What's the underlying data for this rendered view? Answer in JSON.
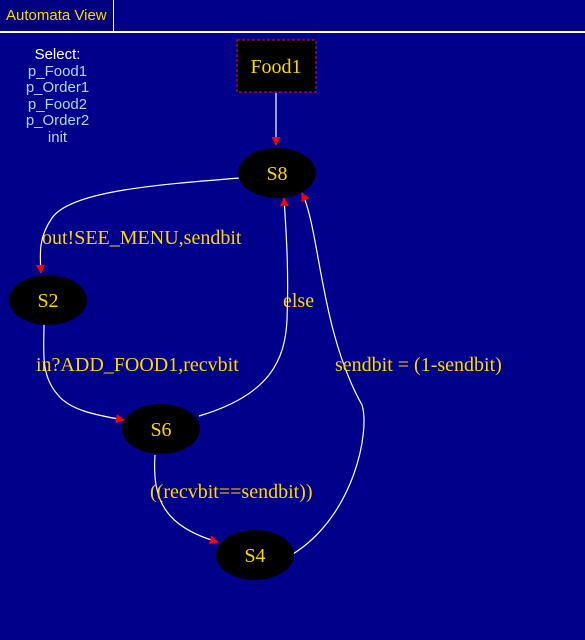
{
  "window": {
    "tab_label": "Automata View"
  },
  "select_panel": {
    "title": "Select:",
    "items": [
      "p_Food1",
      "p_Order1",
      "p_Food2",
      "p_Order2",
      "init"
    ]
  },
  "diagram": {
    "start_box": "Food1",
    "states": {
      "s8": "S8",
      "s2": "S2",
      "s6": "S6",
      "s4": "S4"
    },
    "edges": {
      "s8_to_s2": "out!SEE_MENU,sendbit",
      "s2_to_s6": "in?ADD_FOOD1,recvbit",
      "s6_to_s8": "else",
      "s6_to_s4": "((recvbit==sendbit))",
      "s4_to_s8": "sendbit = (1-sendbit)"
    }
  },
  "colors": {
    "background": "#00008b",
    "label_text": "#ffd700",
    "state_fill": "#000000",
    "edge_line": "#ffffff",
    "arrowhead": "#ff0000",
    "start_box_border": "#dc143c"
  }
}
